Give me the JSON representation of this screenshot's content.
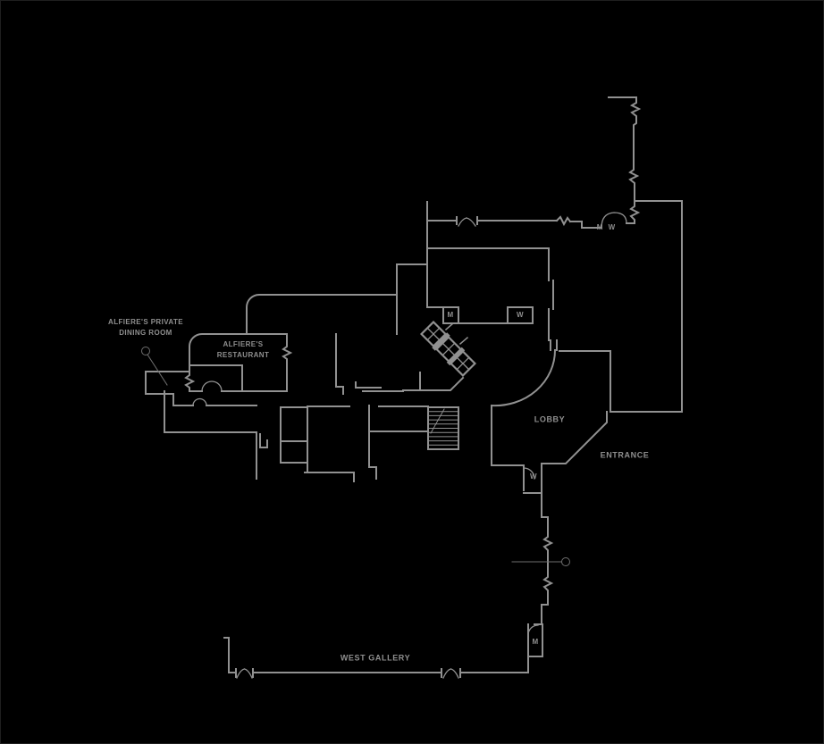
{
  "canvas": {
    "bg": "#000000",
    "border": "#1f1f1f",
    "wall_color": "#919191",
    "thin_line_color": "#6e6e6e",
    "text_color": "#8f8f8f"
  },
  "labels": {
    "private_dining_line1": "ALFIERE'S PRIVATE",
    "private_dining_line2": "DINING ROOM",
    "restaurant_line1": "ALFIERE'S",
    "restaurant_line2": "RESTAURANT",
    "lobby": "LOBBY",
    "entrance": "ENTRANCE",
    "west_gallery": "WEST GALLERY",
    "restrooms_north_corridor": "M W",
    "restroom_m_north": "M",
    "restroom_w_north": "W",
    "restroom_w_south": "W",
    "restroom_m_south": "M"
  }
}
